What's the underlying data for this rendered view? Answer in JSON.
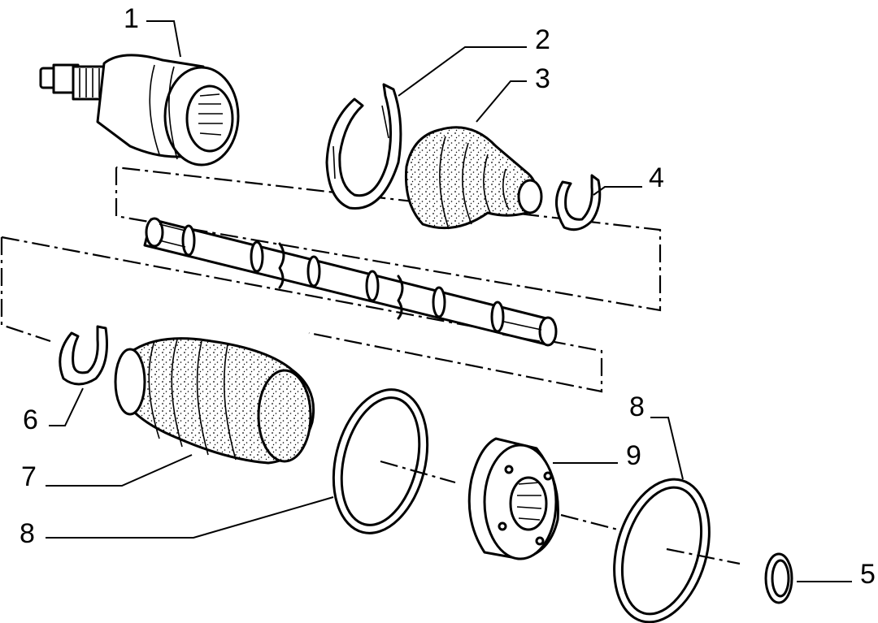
{
  "callouts": {
    "p1": "1",
    "p2": "2",
    "p3": "3",
    "p4": "4",
    "p5": "5",
    "p6": "6",
    "p7": "7",
    "p8a": "8",
    "p8b": "8",
    "p9": "9"
  }
}
